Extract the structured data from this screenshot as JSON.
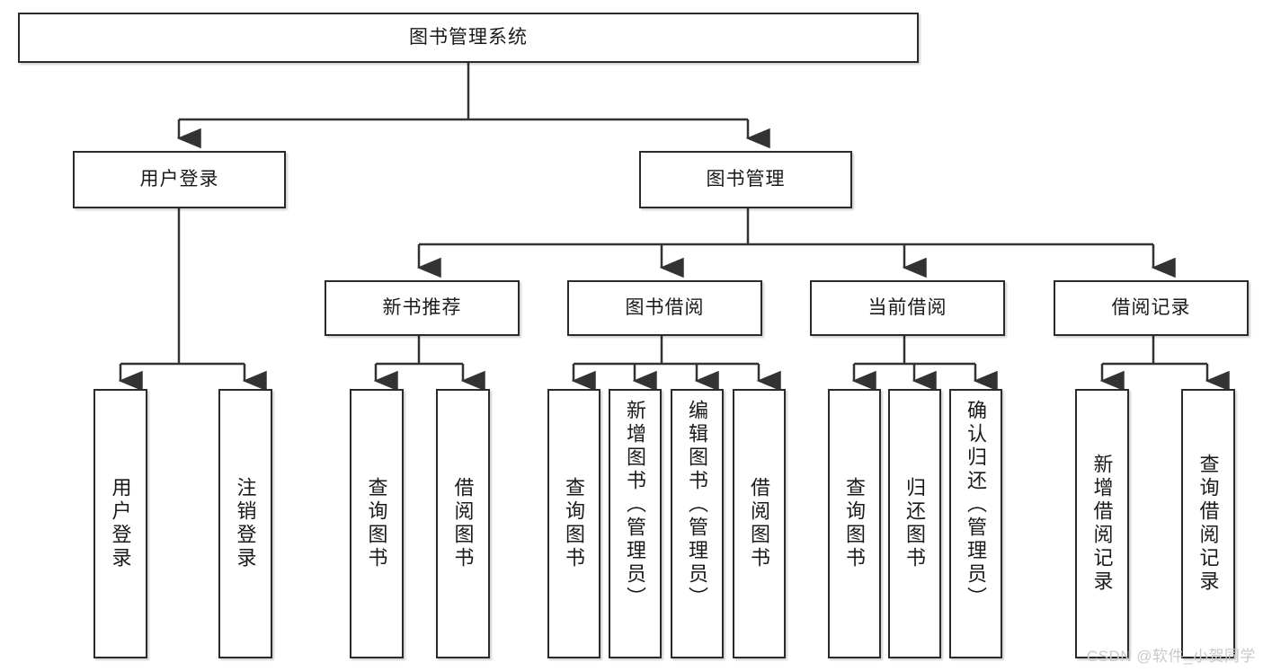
{
  "diagram": {
    "title": "图书管理系统",
    "type": "tree",
    "orientation": "top-down",
    "watermark": "CSDN @软件_小贺同学",
    "colors": {
      "box_border": "#2b2b2b",
      "box_fill": "#ffffff",
      "edge": "#333333",
      "text": "#1a1a1a",
      "watermark": "#c9c9c9"
    },
    "nodes": {
      "root": {
        "label": "图书管理系统"
      },
      "level2": [
        {
          "id": "user-login",
          "label": "用户登录"
        },
        {
          "id": "book-manage",
          "label": "图书管理"
        }
      ],
      "level3": [
        {
          "id": "new-book-recommend",
          "label": "新书推荐"
        },
        {
          "id": "book-borrow",
          "label": "图书借阅"
        },
        {
          "id": "current-borrow",
          "label": "当前借阅"
        },
        {
          "id": "borrow-record",
          "label": "借阅记录"
        }
      ],
      "leaves": {
        "user_login": [
          {
            "id": "leaf-user-login",
            "label": "用户登录"
          },
          {
            "id": "leaf-logout-login",
            "label": "注销登录"
          }
        ],
        "new_book_recommend": [
          {
            "id": "leaf-query-book-1",
            "label": "查询图书"
          },
          {
            "id": "leaf-borrow-book-1",
            "label": "借阅图书"
          }
        ],
        "book_borrow": [
          {
            "id": "leaf-query-book-2",
            "label": "查询图书"
          },
          {
            "id": "leaf-add-book",
            "label": "新增图书（管理员）"
          },
          {
            "id": "leaf-edit-book",
            "label": "编辑图书（管理员）"
          },
          {
            "id": "leaf-borrow-book-2",
            "label": "借阅图书"
          }
        ],
        "current_borrow": [
          {
            "id": "leaf-query-book-3",
            "label": "查询图书"
          },
          {
            "id": "leaf-return-book",
            "label": "归还图书"
          },
          {
            "id": "leaf-confirm-return",
            "label": "确认归还（管理员）"
          }
        ],
        "borrow_record": [
          {
            "id": "leaf-add-record",
            "label": "新增借阅记录"
          },
          {
            "id": "leaf-query-record",
            "label": "查询借阅记录"
          }
        ]
      }
    }
  }
}
